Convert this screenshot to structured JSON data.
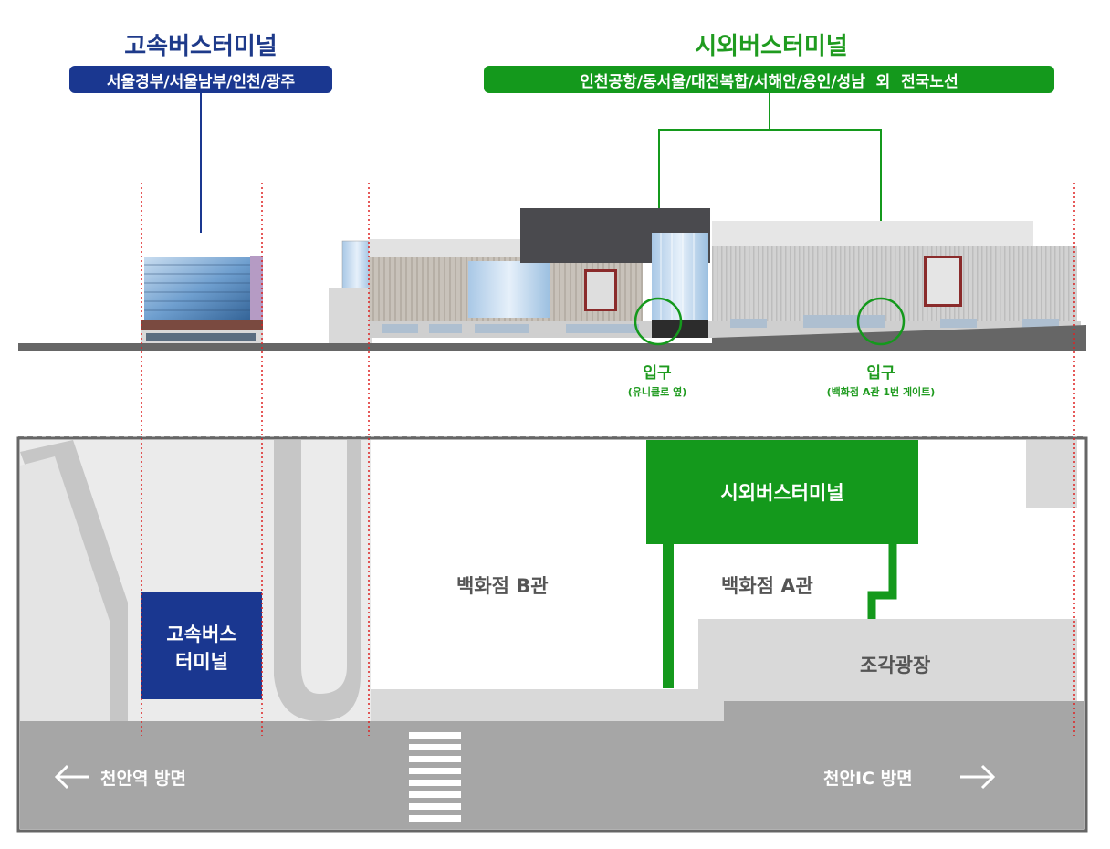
{
  "express_terminal": {
    "title": "고속버스터미널",
    "routes": "서울경부/서울남부/인천/광주",
    "color": "#1a3790"
  },
  "intercity_terminal": {
    "title": "시외버스터미널",
    "routes": "인천공항/동서울/대전복합/서해안/용인/성남  외  전국노선",
    "color": "#14991c"
  },
  "entrances": [
    {
      "label": "입구",
      "note": "(유니클로 옆)"
    },
    {
      "label": "입구",
      "note": "(백화점 A관 1번 게이트)"
    }
  ],
  "map": {
    "express_box_line1": "고속버스",
    "express_box_line2": "터미널",
    "intercity_box": "시외버스터미널",
    "dept_b": "백화점 B관",
    "dept_a": "백화점 A관",
    "sculpture_plaza": "조각광장",
    "left_direction": "천안역 방면",
    "right_direction": "천안IC 방면"
  }
}
